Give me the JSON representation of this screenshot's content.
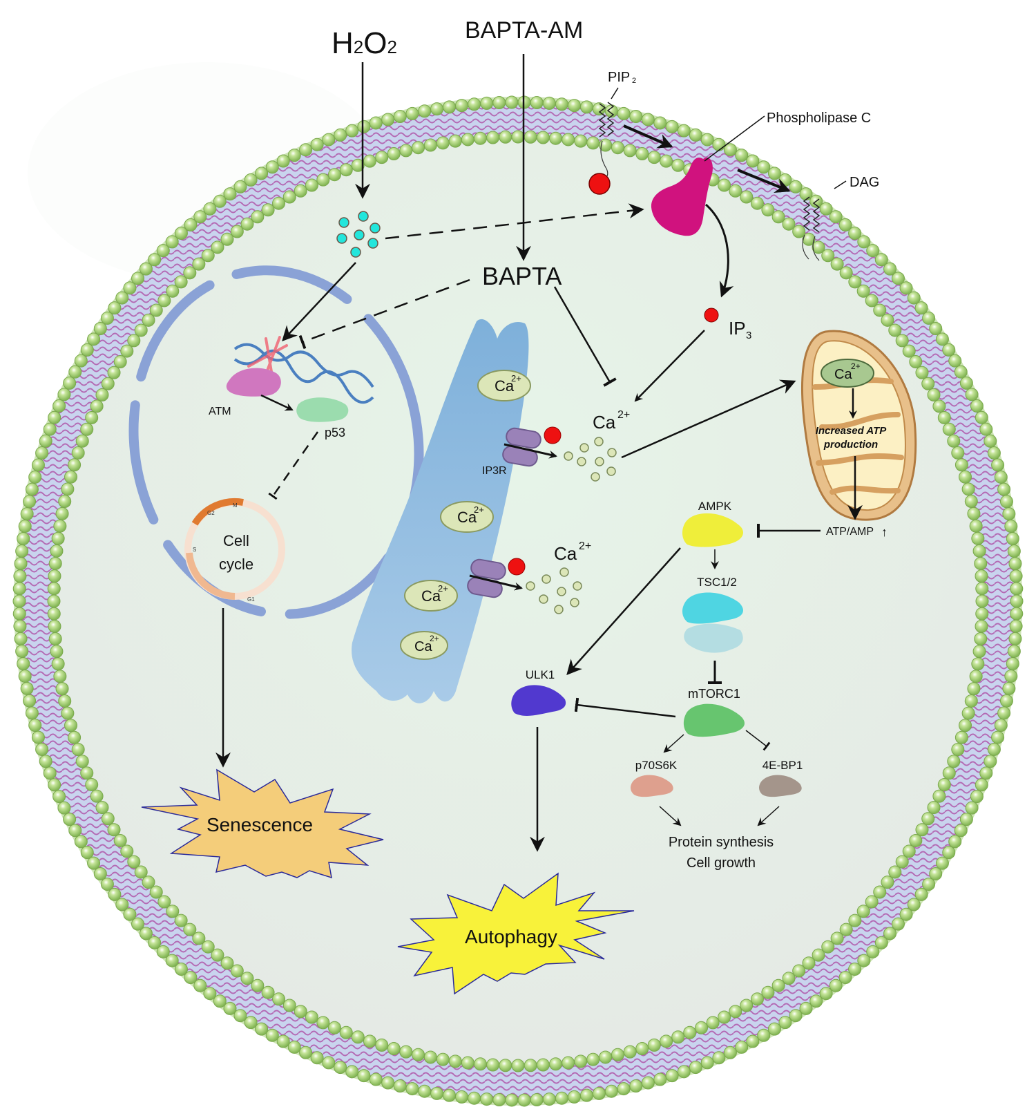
{
  "stimuli": {
    "h2o2": {
      "main": "H",
      "sub1": "2",
      "mid": "O",
      "sub2": "2"
    },
    "bapta_am": "BAPTA-AM",
    "bapta": "BAPTA"
  },
  "membrane": {
    "pip2": {
      "main": "PIP",
      "sub": "2"
    },
    "plc": "Phospholipase C",
    "dag": "DAG",
    "ip3": {
      "main": "IP",
      "sub": "3"
    }
  },
  "nucleus": {
    "atm": "ATM",
    "p53": "p53",
    "cell_cycle_line1": "Cell",
    "cell_cycle_line2": "cycle",
    "phases": [
      "M",
      "G2",
      "S",
      "G1"
    ]
  },
  "er": {
    "stores": [
      {
        "main": "Ca",
        "sup": "2+"
      },
      {
        "main": "Ca",
        "sup": "2+"
      },
      {
        "main": "Ca",
        "sup": "2+"
      },
      {
        "main": "Ca",
        "sup": "2+"
      }
    ],
    "receptor": "IP3R"
  },
  "cytosol_calcium": [
    {
      "main": "Ca",
      "sup": "2+"
    },
    {
      "main": "Ca",
      "sup": "2+"
    }
  ],
  "mitochondrion": {
    "calcium": {
      "main": "Ca",
      "sup": "2+"
    },
    "atp_line1": "Increased ATP",
    "atp_line2": "production",
    "ratio": "ATP/AMP",
    "ratio_arrow": "↑"
  },
  "pathway": {
    "ampk": "AMPK",
    "tsc": "TSC1/2",
    "mtorc1": "mTORC1",
    "ulk1": "ULK1",
    "p70s6k": "p70S6K",
    "eif": "4E-BP1",
    "outcome_line1": "Protein synthesis",
    "outcome_line2": "Cell growth"
  },
  "outcomes": {
    "senescence": "Senescence",
    "autophagy": "Autophagy"
  },
  "colors": {
    "cytoplasm": "#e3f0e6",
    "membrane_head": "#9ccc6a",
    "membrane_core": "#c9d4ee",
    "lipid_tail": "#b46ab4",
    "nuclear_envelope": "#8aa2d6",
    "er": "#8db8dc",
    "plc": "#d0127e",
    "ip3": "#ee1111",
    "ros": "#22e6dc",
    "atm": "#d077bf",
    "p53": "#9bdcae",
    "ampk": "#efee3a",
    "tsc_top": "#4fd5e2",
    "tsc_bottom": "#b4dde2",
    "mtorc1": "#67c56f",
    "ulk1": "#5139cf",
    "p70s6k": "#dea08e",
    "eif": "#a4958b",
    "mito_outer": "#e8c08a",
    "mito_inner": "#fcf0c4",
    "senescence": "#f4cd7a",
    "autophagy": "#f8f23a",
    "ca_vesicle": "#dce6b8",
    "ip3r": "#9a82b8"
  }
}
